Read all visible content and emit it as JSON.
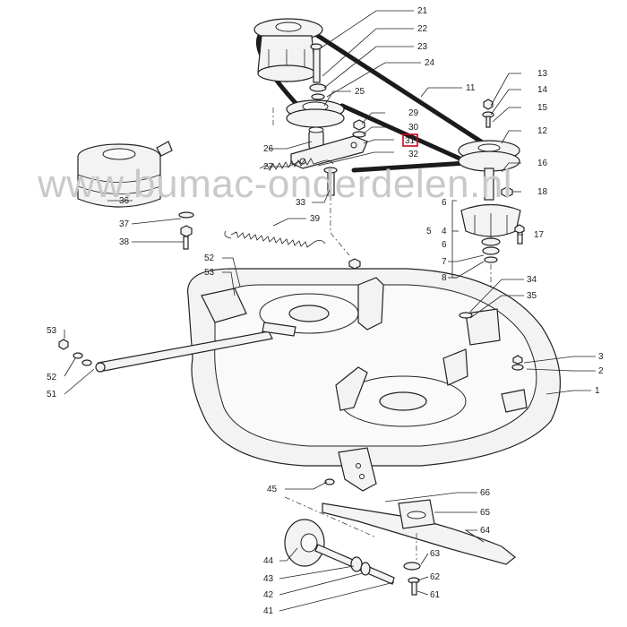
{
  "watermark": "www.bumac-onderdelen.nl",
  "highlighted_label": "31",
  "accent_color": "#d0021b",
  "labels": [
    "21",
    "22",
    "23",
    "24",
    "25",
    "11",
    "13",
    "14",
    "15",
    "29",
    "30",
    "31",
    "32",
    "12",
    "16",
    "18",
    "26",
    "27",
    "36",
    "33",
    "6",
    "37",
    "39",
    "4",
    "17",
    "38",
    "5",
    "7",
    "8",
    "52",
    "53",
    "34",
    "35",
    "53",
    "52",
    "51",
    "3",
    "2",
    "1",
    "45",
    "66",
    "65",
    "64",
    "44",
    "43",
    "42",
    "41",
    "63",
    "62",
    "61"
  ]
}
